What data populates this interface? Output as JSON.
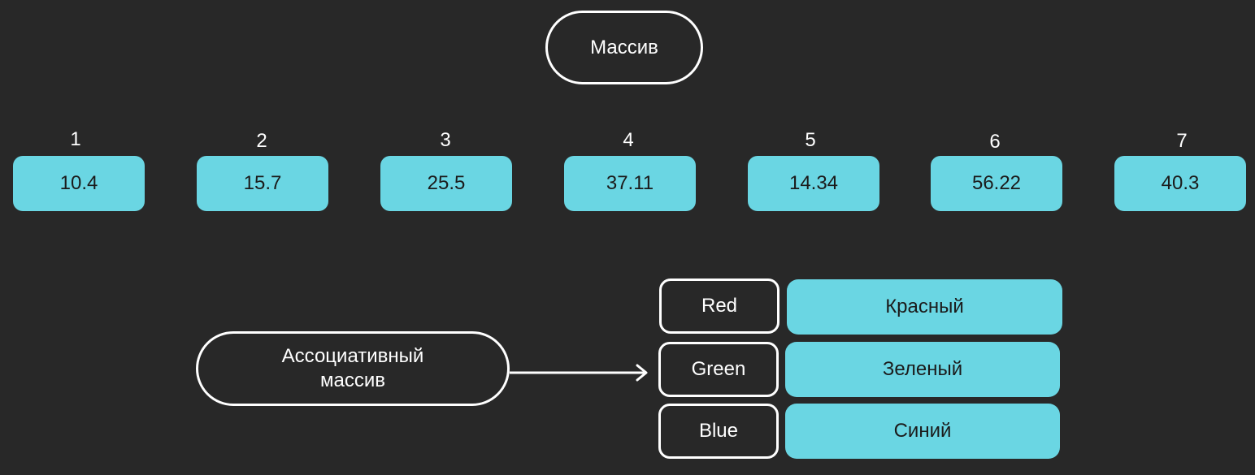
{
  "array": {
    "title": "Массив",
    "items": [
      {
        "index": "1",
        "value": "10.4"
      },
      {
        "index": "2",
        "value": "15.7"
      },
      {
        "index": "3",
        "value": "25.5"
      },
      {
        "index": "4",
        "value": "37.11"
      },
      {
        "index": "5",
        "value": "14.34"
      },
      {
        "index": "6",
        "value": "56.22"
      },
      {
        "index": "7",
        "value": "40.3"
      }
    ]
  },
  "assoc": {
    "title_line1": "Ассоциативный",
    "title_line2": "массив",
    "pairs": [
      {
        "key": "Red",
        "value": "Красный"
      },
      {
        "key": "Green",
        "value": "Зеленый"
      },
      {
        "key": "Blue",
        "value": "Синий"
      }
    ]
  },
  "colors": {
    "background": "#282828",
    "accent": "#6ad6e3",
    "outline": "#ffffff"
  }
}
